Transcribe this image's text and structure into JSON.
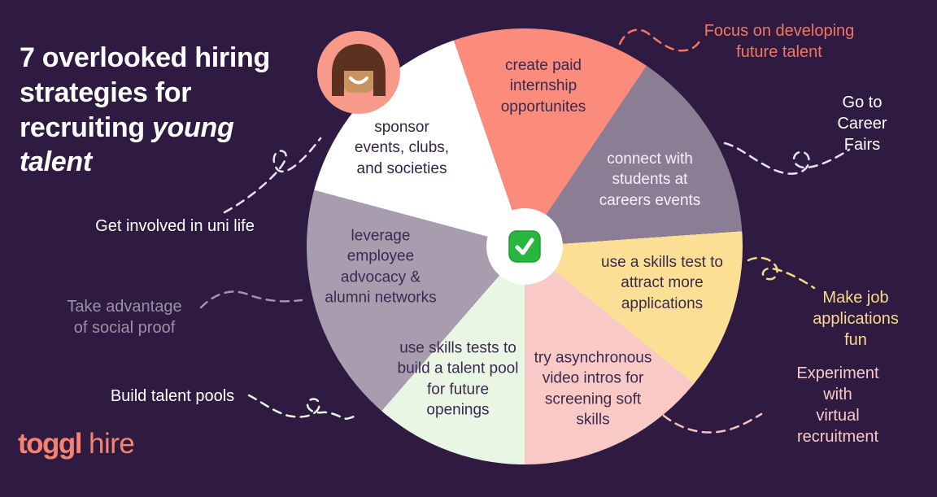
{
  "colors": {
    "background": "#2f1b41"
  },
  "title": {
    "regular": "7 overlooked hiring\nstrategies for\nrecruiting ",
    "italic": "young\ntalent"
  },
  "chart": {
    "type": "pie-wheel",
    "start_angle": -19,
    "sweeps": [
      53,
      52,
      43,
      51,
      41,
      64,
      56
    ],
    "slices": [
      {
        "label": "create paid\ninternship\nopportunites",
        "color": "#fb8b7a",
        "text_color": "#3a2a50"
      },
      {
        "label": "connect with\nstudents at\ncareers events",
        "color": "#8b7d94",
        "text_color": "#f6f1f9"
      },
      {
        "label": "use a skills test to\nattract more\napplications",
        "color": "#fbdf94",
        "text_color": "#3a2a50"
      },
      {
        "label": "try asynchronous\nvideo intros for\nscreening soft\nskills",
        "color": "#f9c9c6",
        "text_color": "#3a2a50"
      },
      {
        "label": "use skills tests to\nbuild a talent pool\nfor future\nopenings",
        "color": "#e9f6e4",
        "text_color": "#3a2a50"
      },
      {
        "label": "leverage\nemployee\nadvocacy &\nalumni networks",
        "color": "#a79dae",
        "text_color": "#3a2a50"
      },
      {
        "label": "sponsor\nevents, clubs,\nand societies",
        "color": "#ffffff",
        "text_color": "#33253f"
      }
    ],
    "center_icon": "green-check-mark"
  },
  "callouts": [
    {
      "text": "Focus on developing\nfuture talent",
      "color": "#f3765e"
    },
    {
      "text": "Go to Career Fairs",
      "color": "#ffffff"
    },
    {
      "text": "Make job\napplications fun",
      "color": "#f8d98e"
    },
    {
      "text": "Experiment with\nvirtual recruitment",
      "color": "#f7cac5"
    },
    {
      "text": "Build talent pools",
      "color": "#ffffff"
    },
    {
      "text": "Take advantage\nof social proof",
      "color": "#9b90a4"
    },
    {
      "text": "Get involved in uni life",
      "color": "#ffffff"
    }
  ],
  "connectors": [
    {
      "color": "#f3765e"
    },
    {
      "color": "#e8e4ee"
    },
    {
      "color": "#f3d98b"
    },
    {
      "color": "#f2c3be"
    },
    {
      "color": "#e9f6e4"
    },
    {
      "color": "#a192ad"
    },
    {
      "color": "#e8e4ee"
    }
  ],
  "avatar": {
    "bg": "#f89a8a",
    "hair": "#5c3120",
    "skin": "#c9935f",
    "smile": "#ffffff"
  },
  "check": {
    "bg": "#29b63e",
    "edge": "#1f9e33",
    "mark": "#ffffff"
  },
  "logo": {
    "bold": "toggl",
    "light": "hire",
    "color": "#f5836f"
  }
}
